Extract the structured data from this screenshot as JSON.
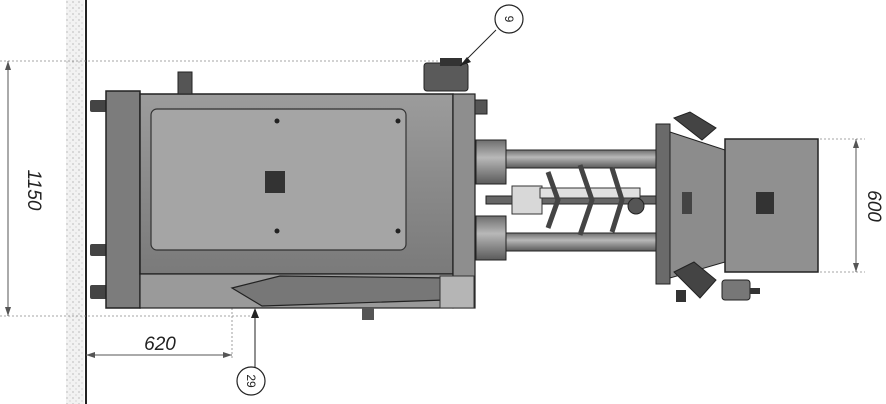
{
  "dimensions": {
    "height_total": "1150",
    "width_offset": "620",
    "unit_depth": "600"
  },
  "callouts": {
    "top": "9",
    "bottom": "29"
  },
  "colors": {
    "machine_body": "#8a8a8a",
    "machine_dark": "#4a4a4a",
    "panel": "#9a9a9a",
    "line": "#222222",
    "dim_line": "#555555",
    "wall": "#c8c8c8"
  }
}
